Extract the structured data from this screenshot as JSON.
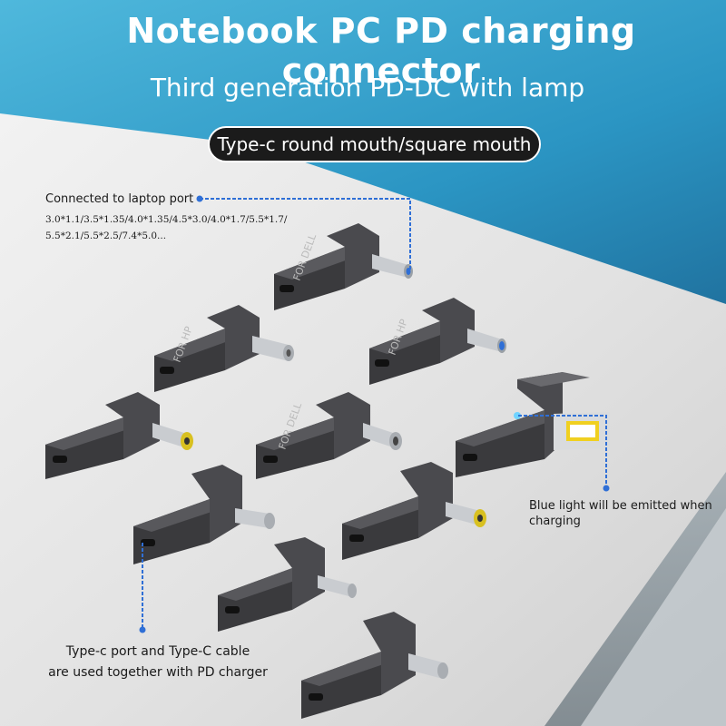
{
  "header": {
    "title": "Notebook PC PD charging connector",
    "subtitle": "Third generation PD-DC with lamp",
    "badge": "Type-c round mouth/square mouth"
  },
  "annotations": {
    "port_label": "Connected to laptop port",
    "port_sizes_line1": "3.0*1.1/3.5*1.35/4.0*1.35/4.5*3.0/4.0*1.7/5.5*1.7/",
    "port_sizes_line2": "5.5*2.1/5.5*2.5/7.4*5.0...",
    "light_line1": "Blue light will be emitted when",
    "light_line2": "charging",
    "typec_line1": "Type-c port and Type-C cable",
    "typec_line2": "are used together with PD charger"
  },
  "adapters": [
    {
      "id": "a1",
      "label": "FOR DELL",
      "tip": "silver-blue"
    },
    {
      "id": "a2",
      "label": "FOR HP",
      "tip": "silver"
    },
    {
      "id": "a3",
      "label": "FOR HP",
      "tip": "blue"
    },
    {
      "id": "a4",
      "label": "",
      "tip": "yellow"
    },
    {
      "id": "a5",
      "label": "FOR DELL",
      "tip": "silver"
    },
    {
      "id": "a6",
      "label": "",
      "tip": "square-yellow"
    },
    {
      "id": "a7",
      "label": "",
      "tip": "silver"
    },
    {
      "id": "a8",
      "label": "",
      "tip": "yellow"
    },
    {
      "id": "a9",
      "label": "",
      "tip": "silver"
    },
    {
      "id": "a10",
      "label": "",
      "tip": "silver"
    }
  ],
  "colors": {
    "accent": "#2f6fd6",
    "body": "#3b3b3e",
    "background_sky": "#2b95c3",
    "surface": "#e6e6e6"
  }
}
